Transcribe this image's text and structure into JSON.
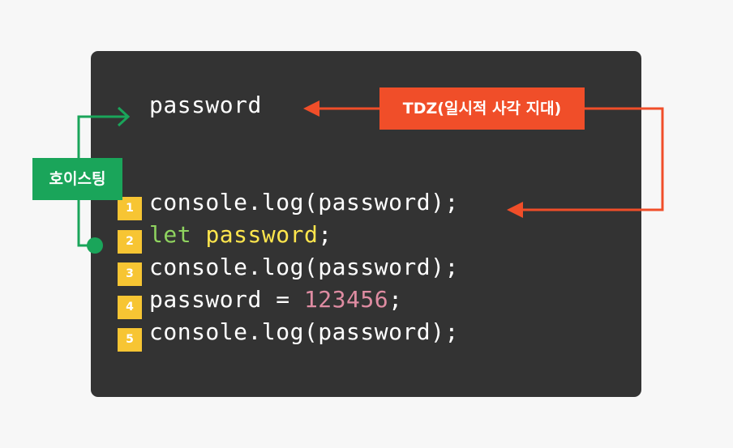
{
  "diagram": {
    "hoisted_declaration": "password",
    "hoisting_label": "호이스팅",
    "tdz_label": "TDZ(일시적 사각 지대)",
    "code_lines": [
      {
        "number": "1",
        "text": "console.log(password);"
      },
      {
        "number": "2",
        "keyword": "let",
        "variable": "password",
        "suffix": ";"
      },
      {
        "number": "3",
        "text": "console.log(password);"
      },
      {
        "number": "4",
        "prefix": "password = ",
        "value": "123456",
        "suffix": ";"
      },
      {
        "number": "5",
        "text": "console.log(password);"
      }
    ],
    "colors": {
      "panel_background": "#333333",
      "hoisting_green": "#1aa55a",
      "tdz_red": "#f04e29",
      "line_number_yellow": "#f7c533",
      "keyword_green": "#8fd35f",
      "variable_yellow": "#ffe64d",
      "number_pink": "#df8ca2"
    }
  }
}
